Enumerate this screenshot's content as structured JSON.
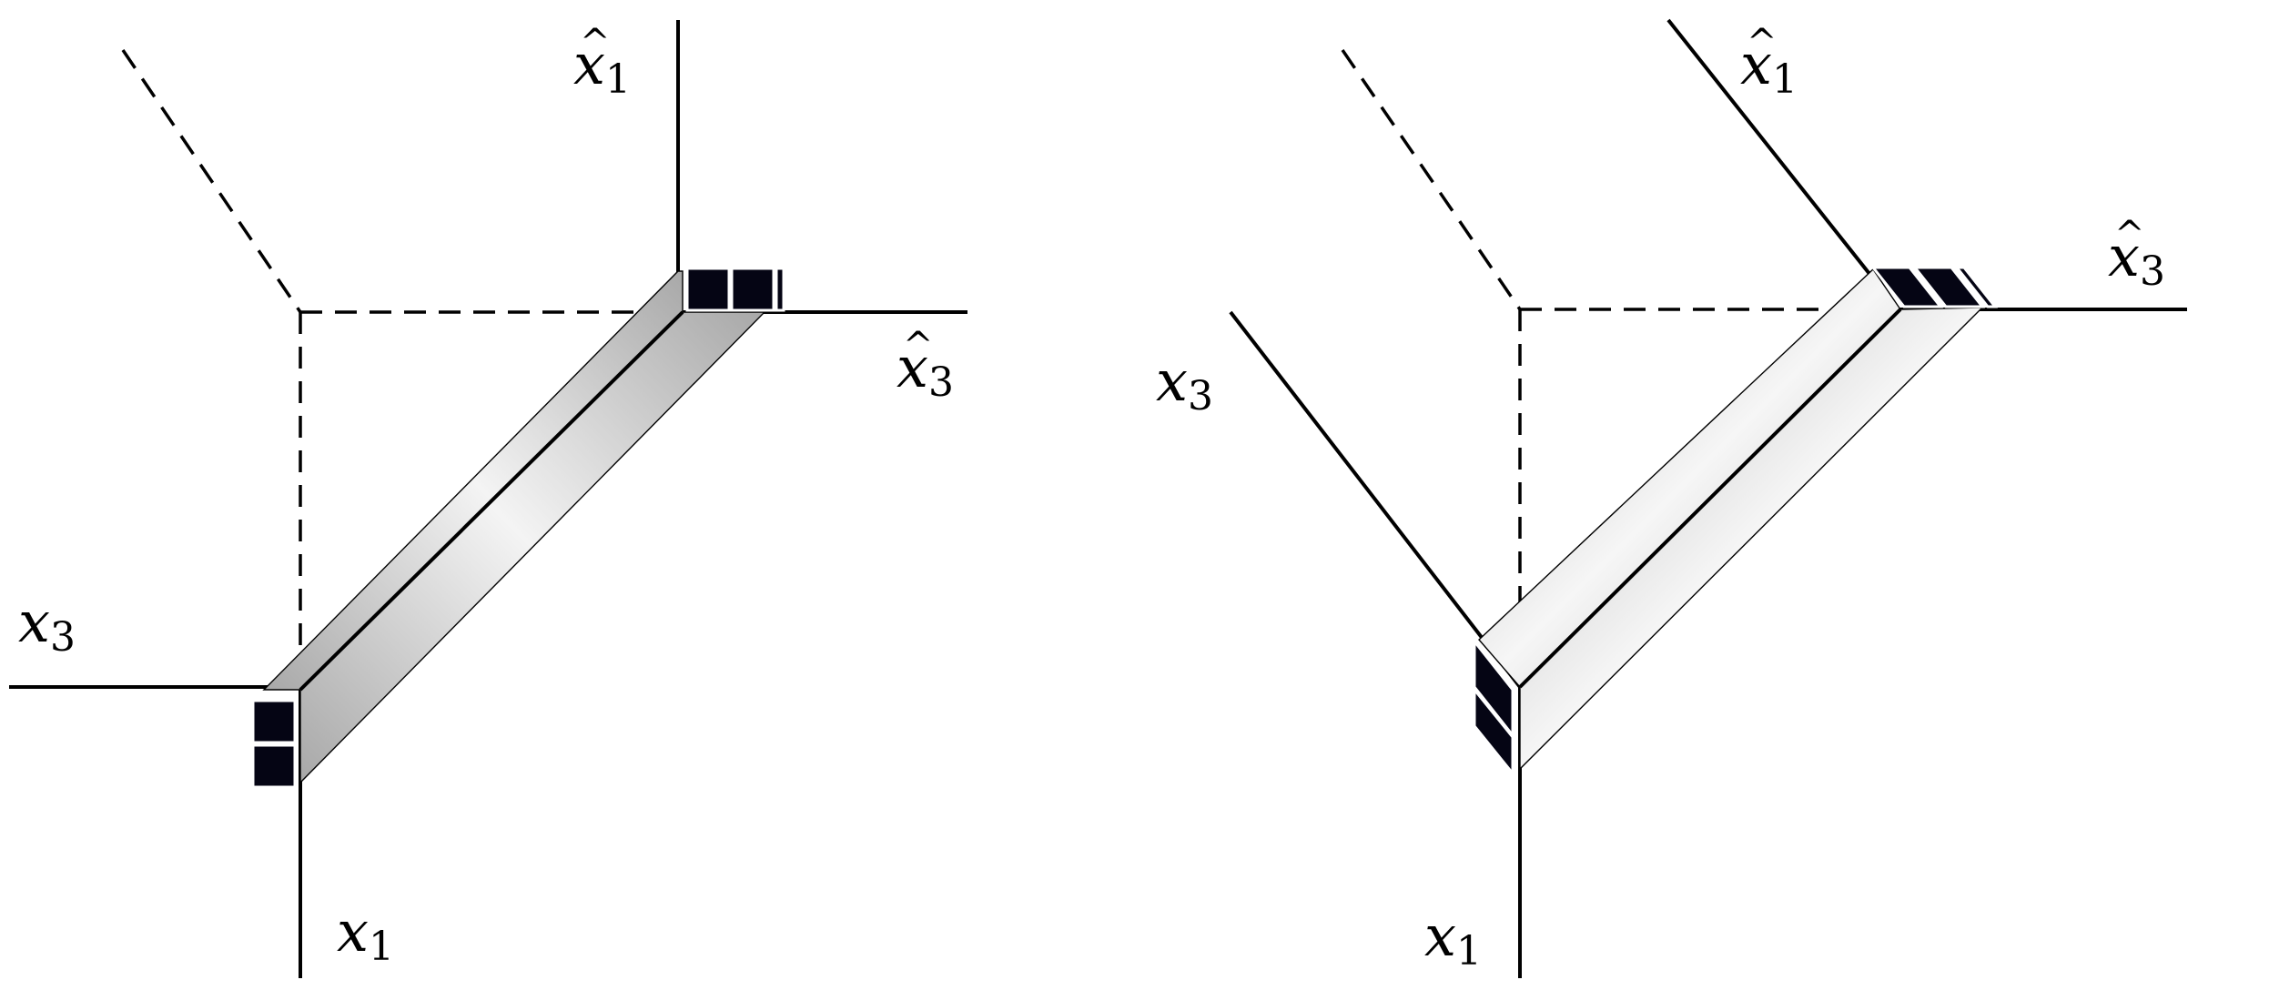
{
  "figure": {
    "left_panel": {
      "label_x1_hat": {
        "var": "x",
        "sub": "1",
        "hat": "^"
      },
      "label_x3_hat": {
        "var": "x",
        "sub": "3",
        "hat": "^"
      },
      "label_x3": {
        "var": "x",
        "sub": "3"
      },
      "label_x1": {
        "var": "x",
        "sub": "1"
      }
    },
    "right_panel": {
      "label_x1_hat": {
        "var": "x",
        "sub": "1",
        "hat": "^"
      },
      "label_x3_hat": {
        "var": "x",
        "sub": "3",
        "hat": "^"
      },
      "label_x3": {
        "var": "x",
        "sub": "3"
      },
      "label_x1": {
        "var": "x",
        "sub": "1"
      }
    }
  },
  "colors": {
    "ink": "#000000",
    "cell_fill": "#050514",
    "bar_light": "#f4f4f4",
    "bar_dark": "#a8a8a8"
  }
}
